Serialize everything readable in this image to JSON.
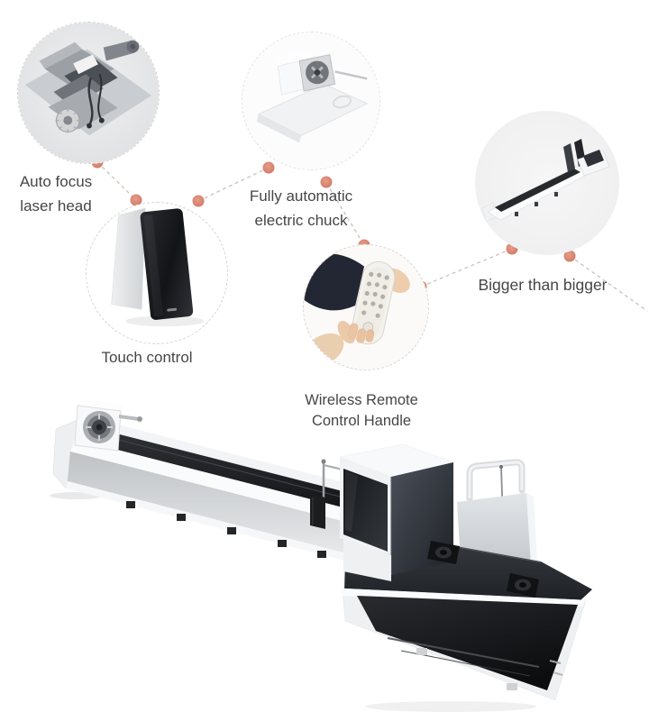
{
  "colors": {
    "background": "#ffffff",
    "accent_dot": "#d98672",
    "connector_line": "#cbc2b9",
    "label_text": "#464646"
  },
  "features": [
    {
      "id": "auto-focus-laser-head",
      "image": "laser-head-photo",
      "label_lines": [
        "Auto focus",
        "laser head"
      ]
    },
    {
      "id": "fully-automatic-electric-chuck",
      "image": "electric-chuck-photo",
      "label_lines": [
        "Fully automatic",
        "electric chuck"
      ]
    },
    {
      "id": "bigger-than-bigger",
      "image": "long-machine-bed-photo",
      "label_lines": [
        "Bigger than bigger"
      ]
    },
    {
      "id": "touch-control",
      "image": "touch-screen-photo",
      "label_lines": [
        "Touch control"
      ]
    },
    {
      "id": "wireless-remote-control-handle",
      "image": "remote-handle-photo",
      "label_lines": [
        "Wireless Remote",
        "Control Handle"
      ]
    }
  ],
  "machine": {
    "name": "tube-laser-cutting-machine"
  }
}
